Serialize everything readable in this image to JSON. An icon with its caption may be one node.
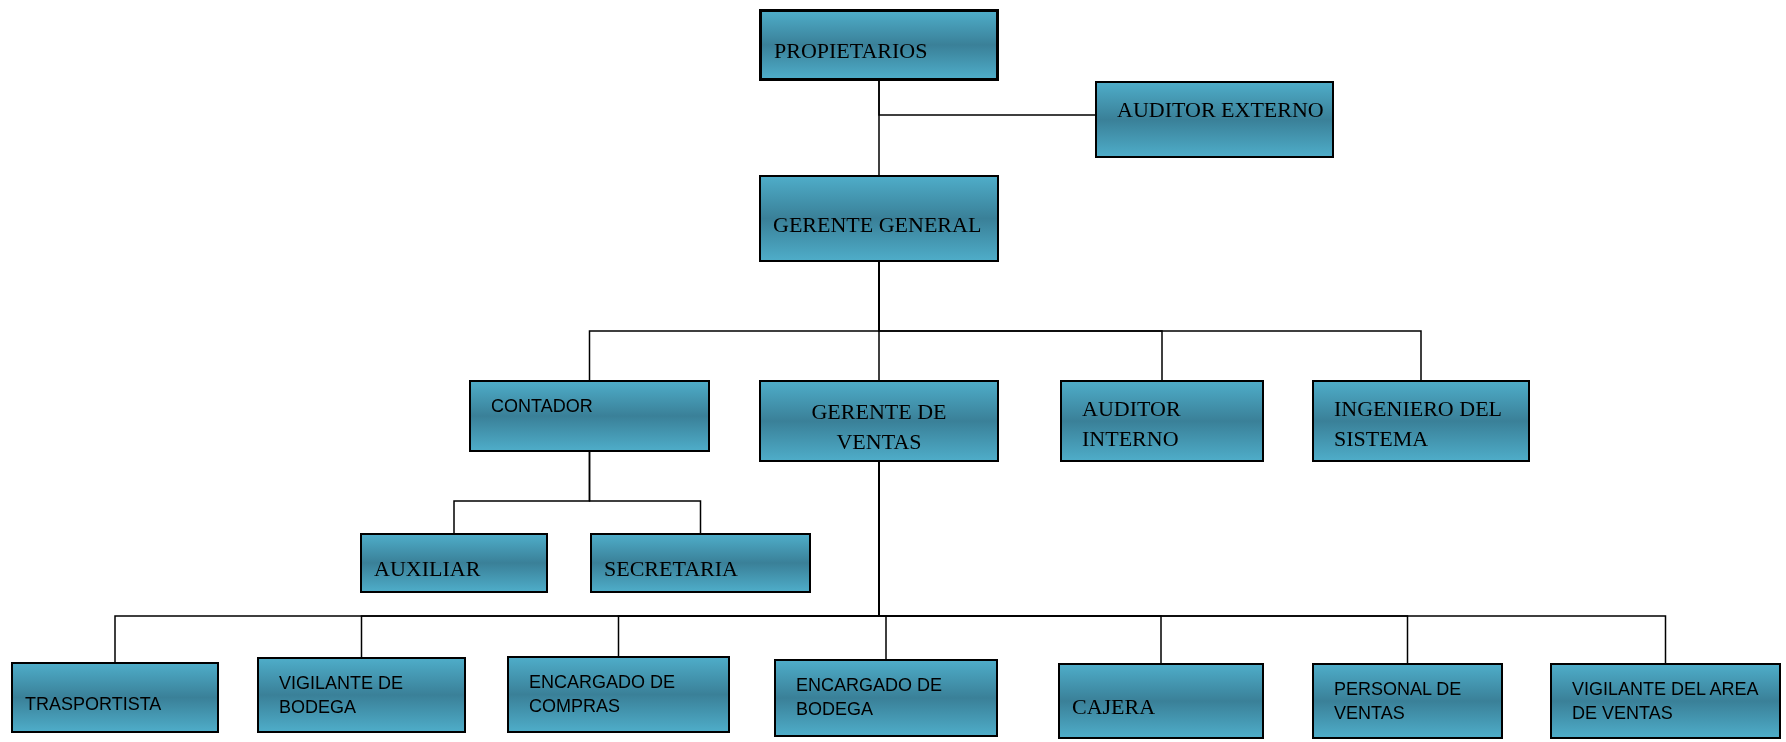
{
  "diagram": {
    "nodes": [
      {
        "text": [
          "PROPIETARIOS"
        ]
      },
      {
        "text": [
          "AUDITOR EXTERNO"
        ]
      },
      {
        "text": [
          "GERENTE GENERAL"
        ]
      },
      {
        "text": [
          "CONTADOR"
        ]
      },
      {
        "text": [
          "GERENTE DE VENTAS"
        ]
      },
      {
        "text": [
          "AUDITOR INTERNO"
        ]
      },
      {
        "text": [
          "INGENIERO DEL SISTEMA"
        ]
      },
      {
        "text": [
          "AUXILIAR"
        ]
      },
      {
        "text": [
          "SECRETARIA"
        ]
      },
      {
        "text": [
          "TRASPORTISTA"
        ]
      },
      {
        "text": [
          "VIGILANTE DE BODEGA"
        ]
      },
      {
        "text": [
          "ENCARGADO DE COMPRAS"
        ]
      },
      {
        "text": [
          "ENCARGADO DE BODEGA"
        ]
      },
      {
        "text": [
          "CAJERA"
        ]
      },
      {
        "text": [
          "PERSONAL DE VENTAS"
        ]
      },
      {
        "text": [
          "VIGILANTE DEL AREA DE VENTAS"
        ]
      }
    ],
    "edges": [
      {
        "from": 0,
        "to": 1,
        "arrow": "none"
      },
      {
        "from": 0,
        "to": 2,
        "arrow": "none"
      },
      {
        "from": 2,
        "to": 3,
        "arrow": "none"
      },
      {
        "from": 2,
        "to": 4,
        "arrow": "none"
      },
      {
        "from": 2,
        "to": 5,
        "arrow": "none"
      },
      {
        "from": 2,
        "to": 6,
        "arrow": "none"
      },
      {
        "from": 3,
        "to": 7,
        "arrow": "none"
      },
      {
        "from": 3,
        "to": 8,
        "arrow": "none"
      },
      {
        "from": 4,
        "to": 9,
        "arrow": "none"
      },
      {
        "from": 4,
        "to": 10,
        "arrow": "none"
      },
      {
        "from": 4,
        "to": 11,
        "arrow": "none"
      },
      {
        "from": 4,
        "to": 12,
        "arrow": "none"
      },
      {
        "from": 4,
        "to": 13,
        "arrow": "none"
      },
      {
        "from": 4,
        "to": 14,
        "arrow": "none"
      },
      {
        "from": 4,
        "to": 15,
        "arrow": "none"
      }
    ]
  }
}
